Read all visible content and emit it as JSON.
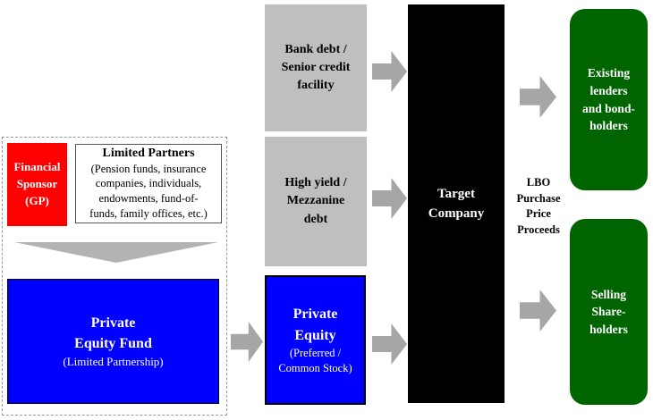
{
  "diagram": {
    "sponsor_group": {
      "financial_sponsor": "Financial\nSponsor\n(GP)",
      "limited_partners_title": "Limited Partners",
      "limited_partners_detail": "(Pension funds, insurance\ncompanies, individuals,\nendowments, fund-of-\nfunds, family offices, etc.)",
      "pe_fund_title": "Private\nEquity Fund",
      "pe_fund_subtitle": "(Limited Partnership)"
    },
    "capital_sources": {
      "bank_debt": "Bank debt /\nSenior credit\nfacility",
      "high_yield": "High yield /\nMezzanine\ndebt",
      "private_equity_title": "Private\nEquity",
      "private_equity_subtitle": "(Preferred /\nCommon Stock)"
    },
    "target_company": "Target\nCompany",
    "proceeds_label": "LBO\nPurchase\nPrice\nProceeds",
    "recipients": {
      "existing_lenders": "Existing\nlenders\nand bond-\nholders",
      "selling_shareholders": "Selling\nShare-\nholders"
    },
    "colors": {
      "sponsor_red": "#FF0000",
      "equity_blue": "#0000FF",
      "debt_gray": "#BFBFBF",
      "target_black": "#000000",
      "recipient_green": "#006400",
      "arrow_gray": "#A6A6A6",
      "triangle_gray": "#B3B3B3"
    }
  }
}
